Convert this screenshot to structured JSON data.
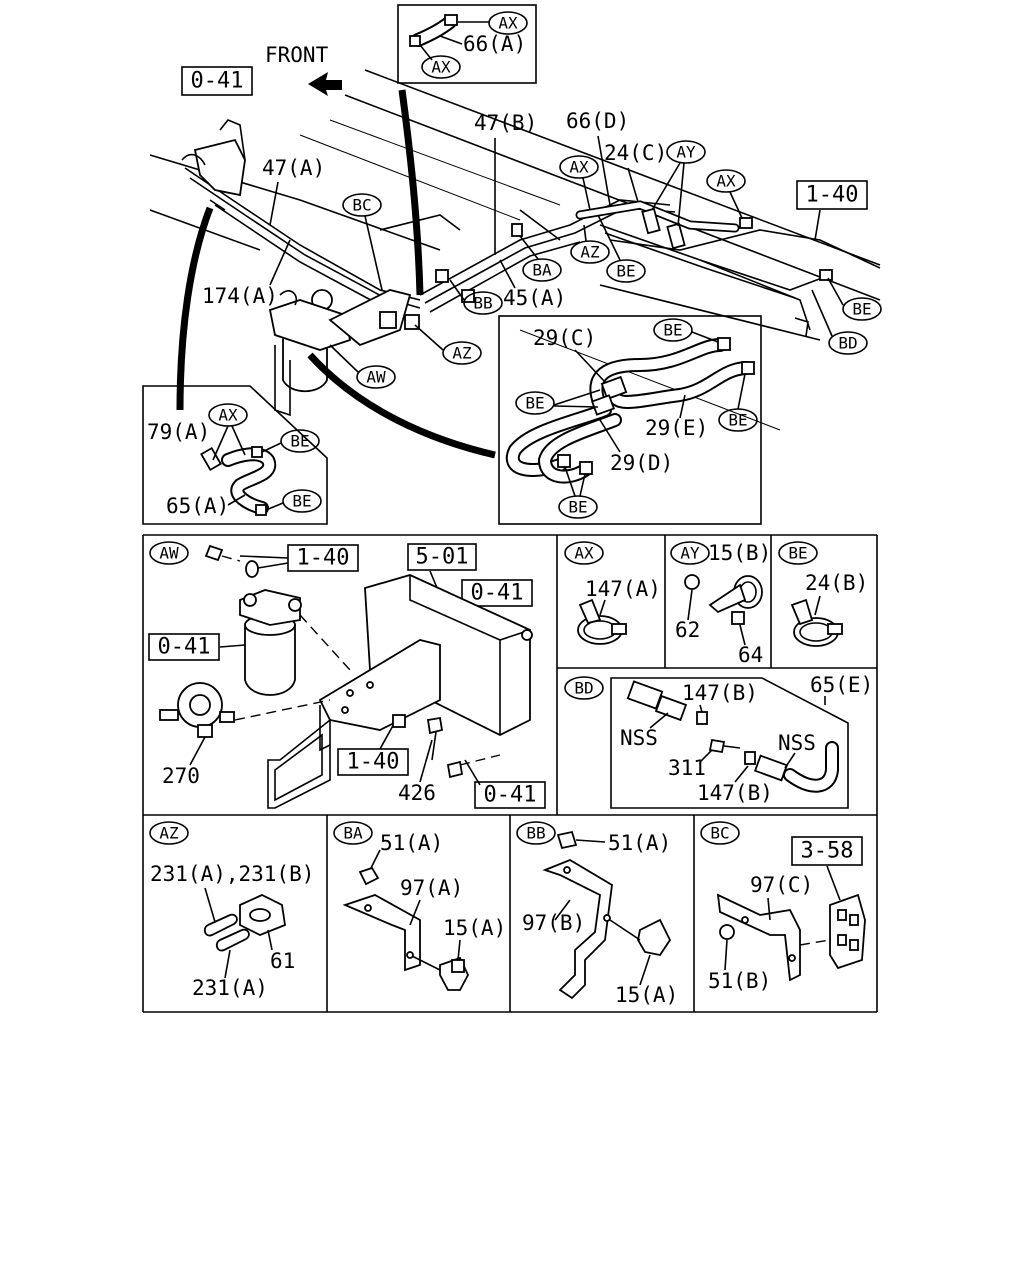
{
  "main_view": {
    "front_label": "FRONT",
    "ref_boxes": [
      "0-41",
      "1-40"
    ],
    "codes": [
      "AX",
      "AX",
      "BC",
      "AX",
      "AY",
      "AX",
      "AZ",
      "BE",
      "BA",
      "BB",
      "AZ",
      "AW",
      "BE",
      "BD"
    ],
    "labels": [
      "66(A)",
      "47(A)",
      "47(B)",
      "66(D)",
      "24(C)",
      "174(A)",
      "45(A)"
    ]
  },
  "inset_29": {
    "codes": [
      "BE",
      "BE",
      "BE",
      "BE"
    ],
    "labels": [
      "29(C)",
      "29(E)",
      "29(D)"
    ]
  },
  "inset_79": {
    "codes": [
      "AX",
      "BE",
      "BE"
    ],
    "labels": [
      "79(A)",
      "65(A)"
    ]
  },
  "panels": {
    "AW": {
      "code": "AW",
      "refs": [
        "1-40",
        "5-01",
        "0-41",
        "0-41",
        "1-40",
        "0-41"
      ],
      "labels": [
        "270",
        "426"
      ]
    },
    "AX": {
      "code": "AX",
      "labels": [
        "147(A)"
      ]
    },
    "AY": {
      "code": "AY",
      "labels": [
        "15(B)",
        "62",
        "64"
      ]
    },
    "BE": {
      "code": "BE",
      "labels": [
        "24(B)"
      ]
    },
    "BD": {
      "code": "BD",
      "labels": [
        "147(B)",
        "65(E)",
        "NSS",
        "NSS",
        "311",
        "147(B)"
      ]
    },
    "AZ": {
      "code": "AZ",
      "labels": [
        "231(A),231(B)",
        "61",
        "231(A)"
      ]
    },
    "BA": {
      "code": "BA",
      "labels": [
        "51(A)",
        "97(A)",
        "15(A)"
      ]
    },
    "BB": {
      "code": "BB",
      "labels": [
        "51(A)",
        "97(B)",
        "15(A)"
      ]
    },
    "BC": {
      "code": "BC",
      "ref": "3-58",
      "labels": [
        "97(C)",
        "51(B)"
      ]
    }
  }
}
